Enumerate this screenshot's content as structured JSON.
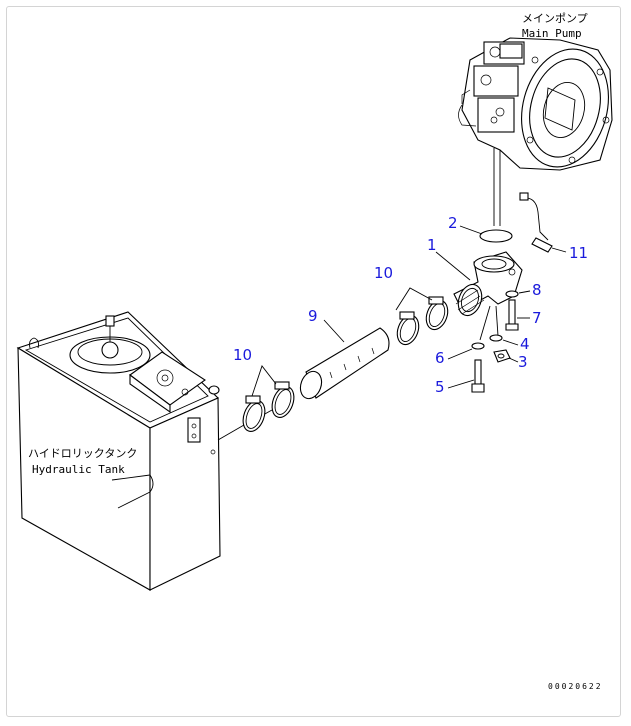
{
  "labels": {
    "main_pump_jp": "メインポンプ",
    "main_pump_en": "Main Pump",
    "tank_jp": "ハイドロリックタンク",
    "tank_en": "Hydraulic Tank"
  },
  "callouts": {
    "c1": "1",
    "c2": "2",
    "c3": "3",
    "c4": "4",
    "c5": "5",
    "c6": "6",
    "c7": "7",
    "c8": "8",
    "c9": "9",
    "c10a": "10",
    "c10b": "10",
    "c11": "11"
  },
  "doc_number": "00020622",
  "colors": {
    "callout": "#1a1adc",
    "line": "#000000",
    "frame": "#d4d4d4"
  }
}
